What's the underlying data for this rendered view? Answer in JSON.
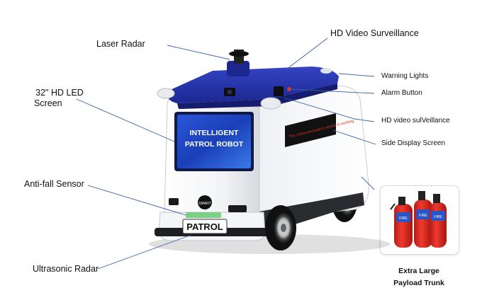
{
  "labels": {
    "laser_radar": "Laser Radar",
    "hd_video_surveillance": "HD Video Surveillance",
    "hd_led_screen_line1": "32\" HD LED",
    "hd_led_screen_line2": "Screen",
    "warning_lights": "Warning Lights",
    "alarm_button": "Alarm Button",
    "hd_video_surveillance_side": "HD video sulVeillance",
    "side_display_screen": "Side Display Screen",
    "anti_fall_sensor": "Anti-fall Sensor",
    "ultrasonic_radar": "Ultrasonic Radar",
    "trunk_line1": "Extra Large",
    "trunk_line2": "Payload Trunk"
  },
  "robot": {
    "front_screen_line1": "INTELLIGENT",
    "front_screen_line2": "PATROL ROBOT",
    "side_screen_text": "The connected patrol vehicle is working",
    "plate": "PATROL",
    "badge": "SMART",
    "extinguisher_label": "FIRE"
  },
  "colors": {
    "roof_blue": "#2233a6",
    "screen_blue": "#1a3fb8",
    "side_screen_bg": "#111111",
    "side_screen_text": "#e03020",
    "extinguisher_red": "#d8271f"
  }
}
